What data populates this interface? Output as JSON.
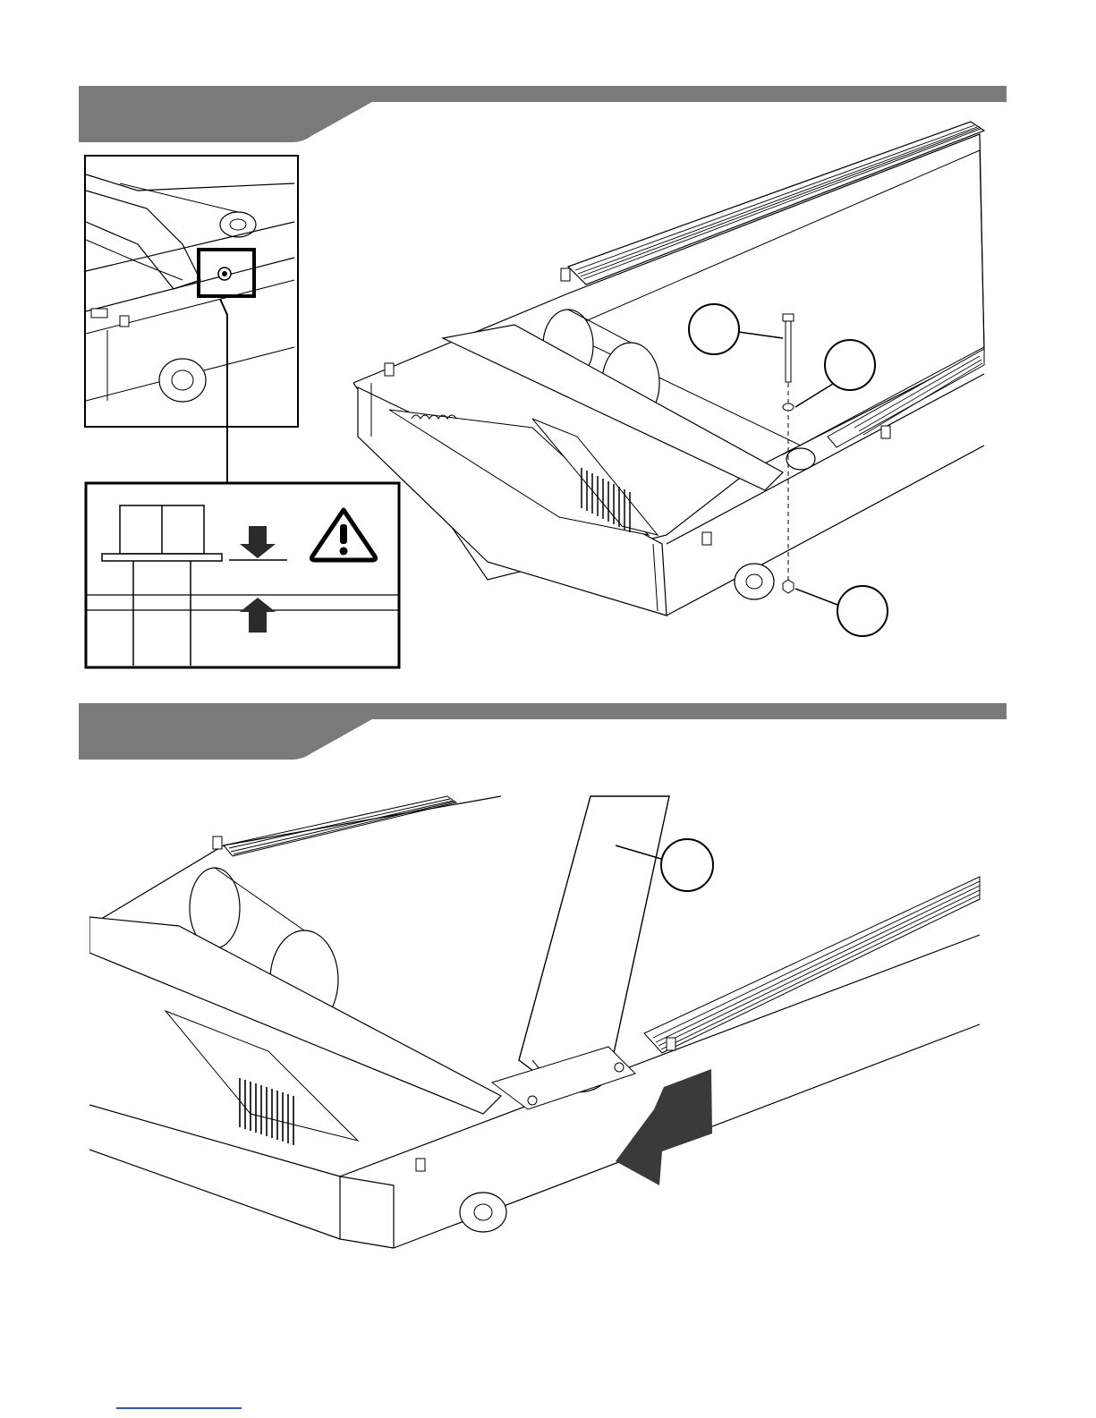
{
  "steps": [
    {
      "banner": {
        "fill": "#7a7a7a",
        "accent_line": "#7a7a7a"
      },
      "inset": {
        "detail_box_stroke": "#000000",
        "callout_box_stroke": "#000000",
        "warning_icon": "warning-triangle-icon",
        "arrow_icons": [
          "arrow-down-icon",
          "arrow-up-icon"
        ]
      },
      "main_figure": {
        "callouts": [
          "bolt-callout",
          "washer-callout",
          "nut-callout"
        ]
      }
    },
    {
      "banner": {
        "fill": "#7a7a7a",
        "accent_line": "#7a7a7a"
      },
      "main_figure": {
        "callouts": [
          "upright-callout"
        ],
        "direction_arrow": "arrow-left-down-icon",
        "arrow_fill": "#3a3a3a"
      }
    }
  ],
  "footer": {
    "link_color": "#3355cc"
  }
}
